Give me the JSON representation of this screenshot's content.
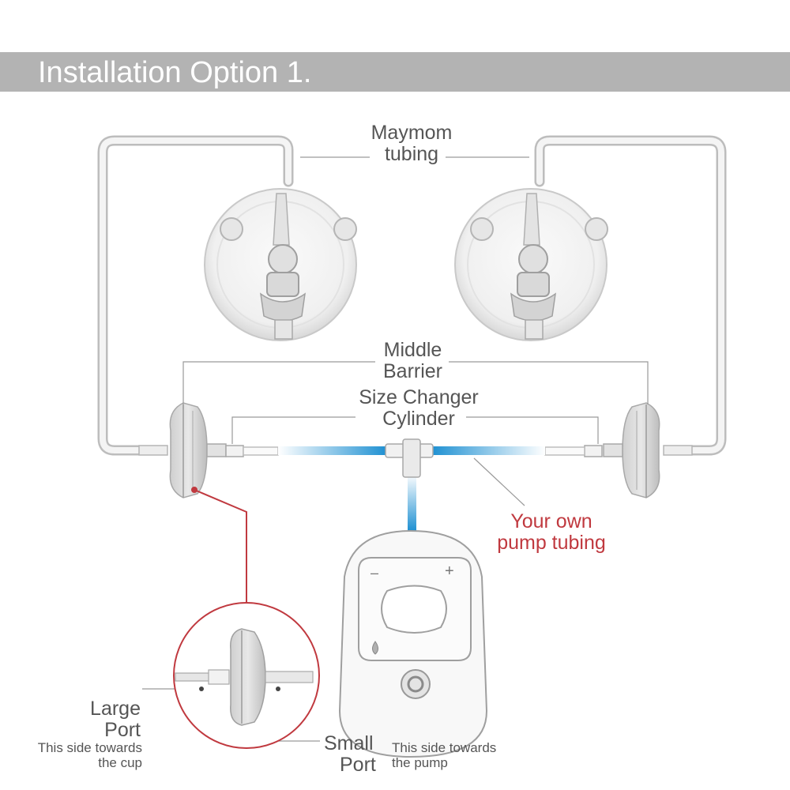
{
  "header": {
    "title": "Installation Option 1."
  },
  "labels": {
    "maymom_tubing": {
      "line1": "Maymom",
      "line2": "tubing"
    },
    "middle_barrier": {
      "line1": "Middle",
      "line2": "Barrier"
    },
    "size_changer": {
      "line1": "Size Changer",
      "line2": "Cylinder"
    },
    "pump_tubing": {
      "line1": "Your own",
      "line2": "pump tubing"
    },
    "large_port": {
      "line1": "Large",
      "line2": "Port",
      "note1": "This side towards",
      "note2": "the cup"
    },
    "small_port": {
      "line1": "Small",
      "line2": "Port",
      "note1": "This side towards",
      "note2": "the pump"
    }
  },
  "pump": {
    "minus_symbol": "–",
    "plus_symbol": "+"
  },
  "colors": {
    "header": "#b3b3b3",
    "tube_blue": "#2a9ad6",
    "accent_red": "#c0393f",
    "text": "#555555",
    "line": "#9a9a9a"
  },
  "icons": [
    "power-icon",
    "droplet-icon"
  ]
}
